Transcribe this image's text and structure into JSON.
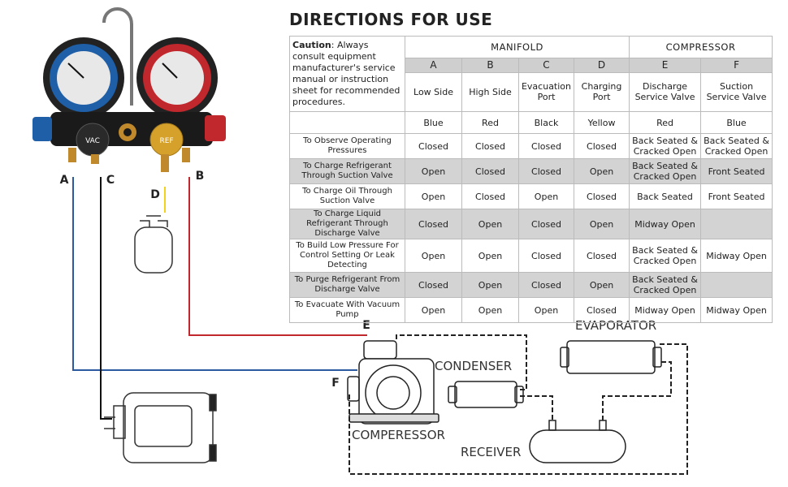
{
  "title": "DIRECTIONS FOR USE",
  "caution": {
    "bold": "Caution",
    "text": ": Always consult equipment manufacturer's service manual or instruction sheet for recommended procedures."
  },
  "groups": {
    "manifold": "MANIFOLD",
    "compressor": "COMPRESSOR"
  },
  "columns": [
    {
      "letter": "A",
      "label": "Low Side",
      "color": "Blue"
    },
    {
      "letter": "B",
      "label": "High Side",
      "color": "Red"
    },
    {
      "letter": "C",
      "label": "Evacuation Port",
      "color": "Black"
    },
    {
      "letter": "D",
      "label": "Charging Port",
      "color": "Yellow"
    },
    {
      "letter": "E",
      "label": "Discharge Service Valve",
      "color": "Red"
    },
    {
      "letter": "F",
      "label": "Suction Service Valve",
      "color": "Blue"
    }
  ],
  "rows": [
    {
      "procedure": "To Observe Operating Pressures",
      "values": [
        "Closed",
        "Closed",
        "Closed",
        "Closed",
        "Back Seated & Cracked Open",
        "Back Seated & Cracked Open"
      ]
    },
    {
      "procedure": "To Charge Refrigerant Through Suction Valve",
      "values": [
        "Open",
        "Closed",
        "Closed",
        "Open",
        "Back Seated & Cracked Open",
        "Front Seated"
      ]
    },
    {
      "procedure": "To Charge Oil Through Suction Valve",
      "values": [
        "Open",
        "Closed",
        "Open",
        "Closed",
        "Back Seated",
        "Front Seated"
      ]
    },
    {
      "procedure": "To Charge Liquid Refrigerant Through Discharge Valve",
      "values": [
        "Closed",
        "Open",
        "Closed",
        "Open",
        "Midway Open",
        ""
      ]
    },
    {
      "procedure": "To Build Low Pressure For Control Setting Or Leak Detecting",
      "values": [
        "Open",
        "Open",
        "Closed",
        "Closed",
        "Back Seated & Cracked Open",
        "Midway Open"
      ]
    },
    {
      "procedure": "To Purge Refrigerant From Discharge Valve",
      "values": [
        "Closed",
        "Open",
        "Closed",
        "Open",
        "Back Seated & Cracked Open",
        ""
      ]
    },
    {
      "procedure": "To Evacuate With Vacuum Pump",
      "values": [
        "Open",
        "Open",
        "Open",
        "Closed",
        "Midway Open",
        "Midway Open"
      ]
    }
  ],
  "diagram": {
    "manifold_labels": {
      "a": "A",
      "b": "B",
      "c": "C",
      "d": "D"
    },
    "knob_vac": "VAC",
    "knob_ref": "REF",
    "port_e": "E",
    "port_f": "F",
    "compressor": "COMPERESSOR",
    "condenser": "CONDENSER",
    "evaporator": "EVAPORATOR",
    "receiver": "RECEIVER"
  },
  "colors": {
    "blue_line": "#2b5aa0",
    "red_line": "#c0282d",
    "black_line": "#111111",
    "yellow_line": "#f2d21b",
    "shade": "#d3d3d3"
  }
}
